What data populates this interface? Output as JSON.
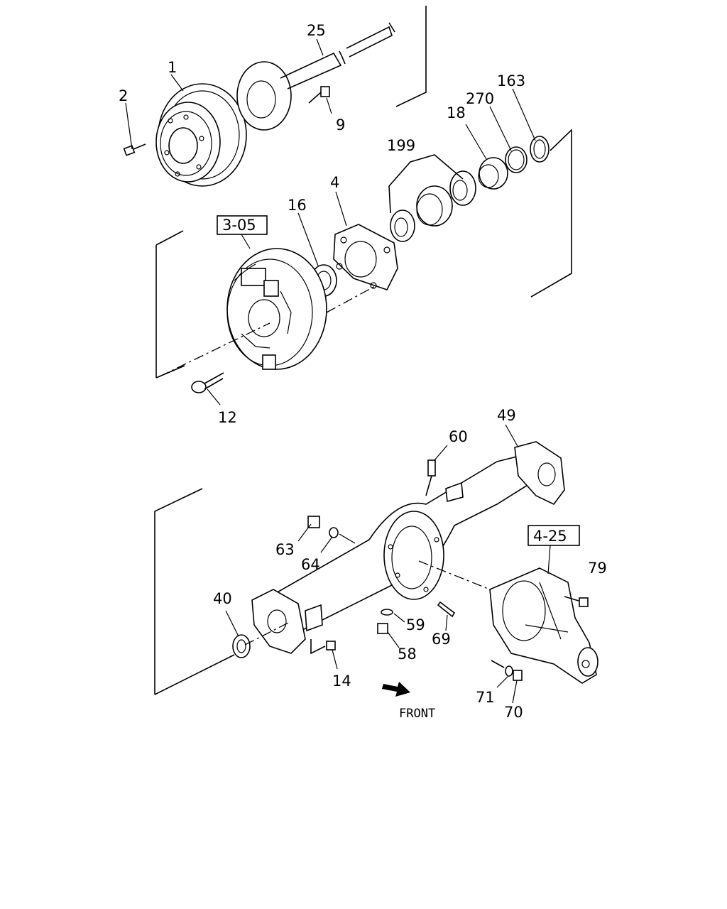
{
  "diagram": {
    "callouts": {
      "p1": "1",
      "p2": "2",
      "p25": "25",
      "p9": "9",
      "p163": "163",
      "p270": "270",
      "p18": "18",
      "p199": "199",
      "p4": "4",
      "p16": "16",
      "p12": "12",
      "p49": "49",
      "p60": "60",
      "p63": "63",
      "p64": "64",
      "p79": "79",
      "p40": "40",
      "p59": "59",
      "p69": "69",
      "p58": "58",
      "p14": "14",
      "p71": "71",
      "p70": "70"
    },
    "references": {
      "brake_assembly": "3-05",
      "differential": "4-25"
    },
    "direction_label": "FRONT"
  }
}
